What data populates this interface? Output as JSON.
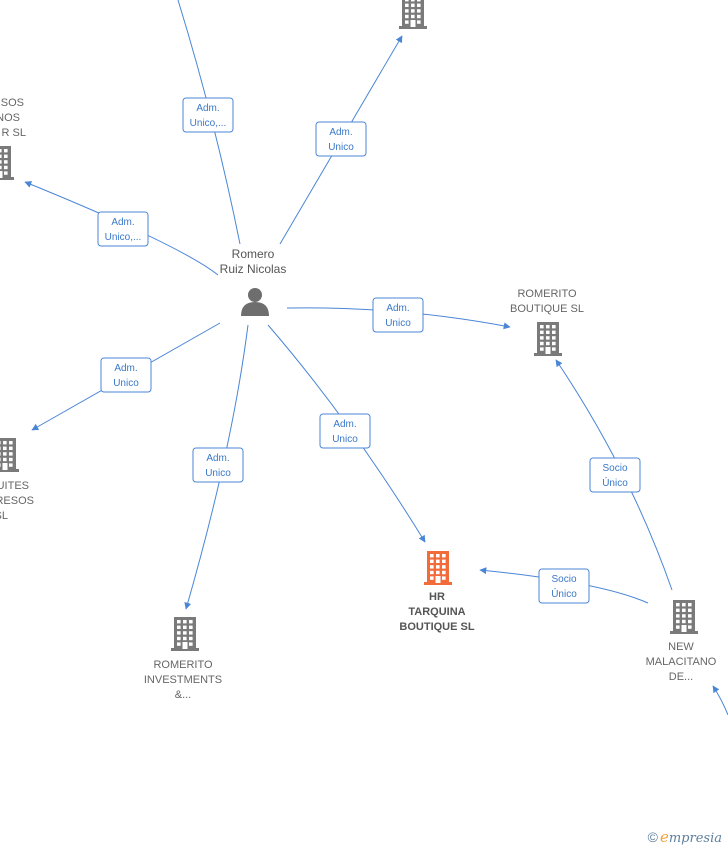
{
  "colors": {
    "edge": "#4a86d6",
    "building": "#7a7a7a",
    "focus_building": "#f26b3a",
    "person": "#6e6e6e"
  },
  "person": {
    "lines": [
      "Romero",
      "Ruiz Nicolas"
    ],
    "icon": "person-icon"
  },
  "nodes": [
    {
      "id": "top-center",
      "lines": []
    },
    {
      "id": "left-top",
      "lines": [
        "RSOS",
        "NOS",
        "R  SL"
      ]
    },
    {
      "id": "romerito-boutique",
      "lines": [
        "ROMERITO",
        "BOUTIQUE  SL"
      ]
    },
    {
      "id": "left-mid",
      "lines": [
        "UITES",
        "RESOS",
        "SL"
      ]
    },
    {
      "id": "hr-tarquina",
      "lines": [
        "HR",
        "TARQUINA",
        "BOUTIQUE  SL"
      ],
      "focus": true
    },
    {
      "id": "romerito-investments",
      "lines": [
        "ROMERITO",
        "INVESTMENTS",
        "&..."
      ]
    },
    {
      "id": "new-malacitano",
      "lines": [
        "NEW",
        "MALACITANO",
        "DE..."
      ]
    }
  ],
  "edges": [
    {
      "id": "to-top-left-offscreen",
      "lines": [
        "Adm.",
        "Unico,..."
      ]
    },
    {
      "id": "to-top-center",
      "lines": [
        "Adm.",
        "Unico"
      ]
    },
    {
      "id": "to-left-top",
      "lines": [
        "Adm.",
        "Unico,..."
      ]
    },
    {
      "id": "to-romerito-boutique",
      "lines": [
        "Adm.",
        "Unico"
      ]
    },
    {
      "id": "to-left-mid",
      "lines": [
        "Adm.",
        "Unico"
      ]
    },
    {
      "id": "to-hr-tarquina",
      "lines": [
        "Adm.",
        "Unico"
      ]
    },
    {
      "id": "to-romerito-investments",
      "lines": [
        "Adm.",
        "Unico"
      ]
    },
    {
      "id": "malacitano-to-romerito-boutique",
      "lines": [
        "Socio",
        "Único"
      ]
    },
    {
      "id": "malacitano-to-hr-tarquina",
      "lines": [
        "Socio",
        "Único"
      ]
    },
    {
      "id": "offscreen-to-malacitano",
      "lines": []
    }
  ],
  "watermark": {
    "copyright": "©",
    "brand_initial": "e",
    "brand_rest": "mpresia"
  }
}
